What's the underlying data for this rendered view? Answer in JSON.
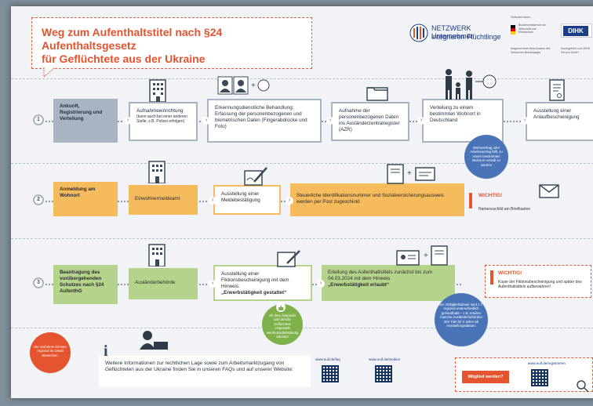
{
  "title": {
    "line1": "Weg zum Aufenthaltstitel nach §24 Aufenthaltsgesetz",
    "line2": "für Geflüchtete aus der Ukraine"
  },
  "logo": {
    "brand": "NETZWERK Unternehmen",
    "tagline": "integrieren Flüchtlinge",
    "funded_by": "Gefördert durch:",
    "ministry": "Bundesministerium für Wirtschaft und Klimaschutz",
    "bundestag": "aufgrund eines Beschlusses des Deutschen Bundestages",
    "dihk": "DIHK",
    "dihk_note": "Durchgeführt vom DIHK Service GmbH"
  },
  "rows": [
    {
      "num": "1",
      "label": "Ankunft, Registrierung und Verteilung",
      "steps": [
        {
          "title": "Aufnahmeeinrichtung",
          "sub": "(kann auch bei einer anderen Stelle, z.B. Polizei erfolgen)"
        },
        {
          "title": "Erkennungsdienstliche Behandlung: Erfassung der personenbezogenen und biometrischen Daten (Fingerabdrücke und Foto)"
        },
        {
          "title": "Aufnahme der personenbezogenen Daten ins Ausländerzentralregister (AZR)"
        },
        {
          "title": "Verteilung zu einem bestimmten Wohnort in Deutschland"
        },
        {
          "title": "Ausstellung einer Anlaufbescheinigung"
        }
      ],
      "bubble": "Wohnvertrag oder Arbeitsvertrag hilft, zu einem bestimmten Wohnort verteilt zu werden"
    },
    {
      "num": "2",
      "label": "Anmeldung am Wohnort",
      "steps": [
        {
          "title": "Einwohnermeldeamt"
        },
        {
          "title": "Ausstellung einer Meldebestätigung"
        },
        {
          "title": "Steuerliche Identifikationsnummer und Sozialversicherungsausweis werden per Post zugeschickt"
        }
      ],
      "wichtig": "WICHTIG!",
      "note": "Namensschild am Briefkasten"
    },
    {
      "num": "3",
      "label": "Beantragung des vorübergehenden Schutzes nach §24 AufenthG",
      "steps": [
        {
          "title": "Ausländerbehörde"
        },
        {
          "title": "Ausstellung einer Fiktionsbescheinigung mit dem Hinweis:",
          "emph": "„Erwerbstätigkeit gestattet“"
        },
        {
          "title": "Erteilung des Aufenthaltstitels zunächst bis zum 04.03.2024 mit dem Hinweis",
          "emph": "„Erwerbstätigkeit erlaubt“"
        }
      ],
      "bubble1": "Ab dem Zeitpunkt darf der/die Geflüchtete eingestellt werden/selbstständig arbeiten",
      "bubble2": "Die Gültigkeitsdauer wird z.T. regional unterschiedlich gehandhabt – z.B. erteilen manche Ausländerbehörden den Titel für 2 Jahre ab Ausstellungsdatum.",
      "wichtig": "WICHTIG!",
      "note": "Kopie der Fiktionsbescheinigung und später des Aufenthaltstitels aufbewahren!"
    }
  ],
  "footer": {
    "red_note": "Die Verfahren können regional im Detail abweichen.",
    "info": "Weitere Informationen zur rechtlichen Lage sowie zum Arbeitsmarktzugang von Geflüchteten aus der Ukraine finden Sie in unseren FAQs und auf unserer Website:",
    "url1": "www.nuif.de/faq",
    "url2": "www.nuif.de/medien",
    "url3": "www.nuif.de/registrieren",
    "member_btn": "Mitglied werden?"
  },
  "colors": {
    "accent": "#e4542f",
    "row1": "#a9b4c3",
    "row2": "#f6bb5c",
    "row3": "#b4d48b",
    "brand": "#1b3d86"
  }
}
